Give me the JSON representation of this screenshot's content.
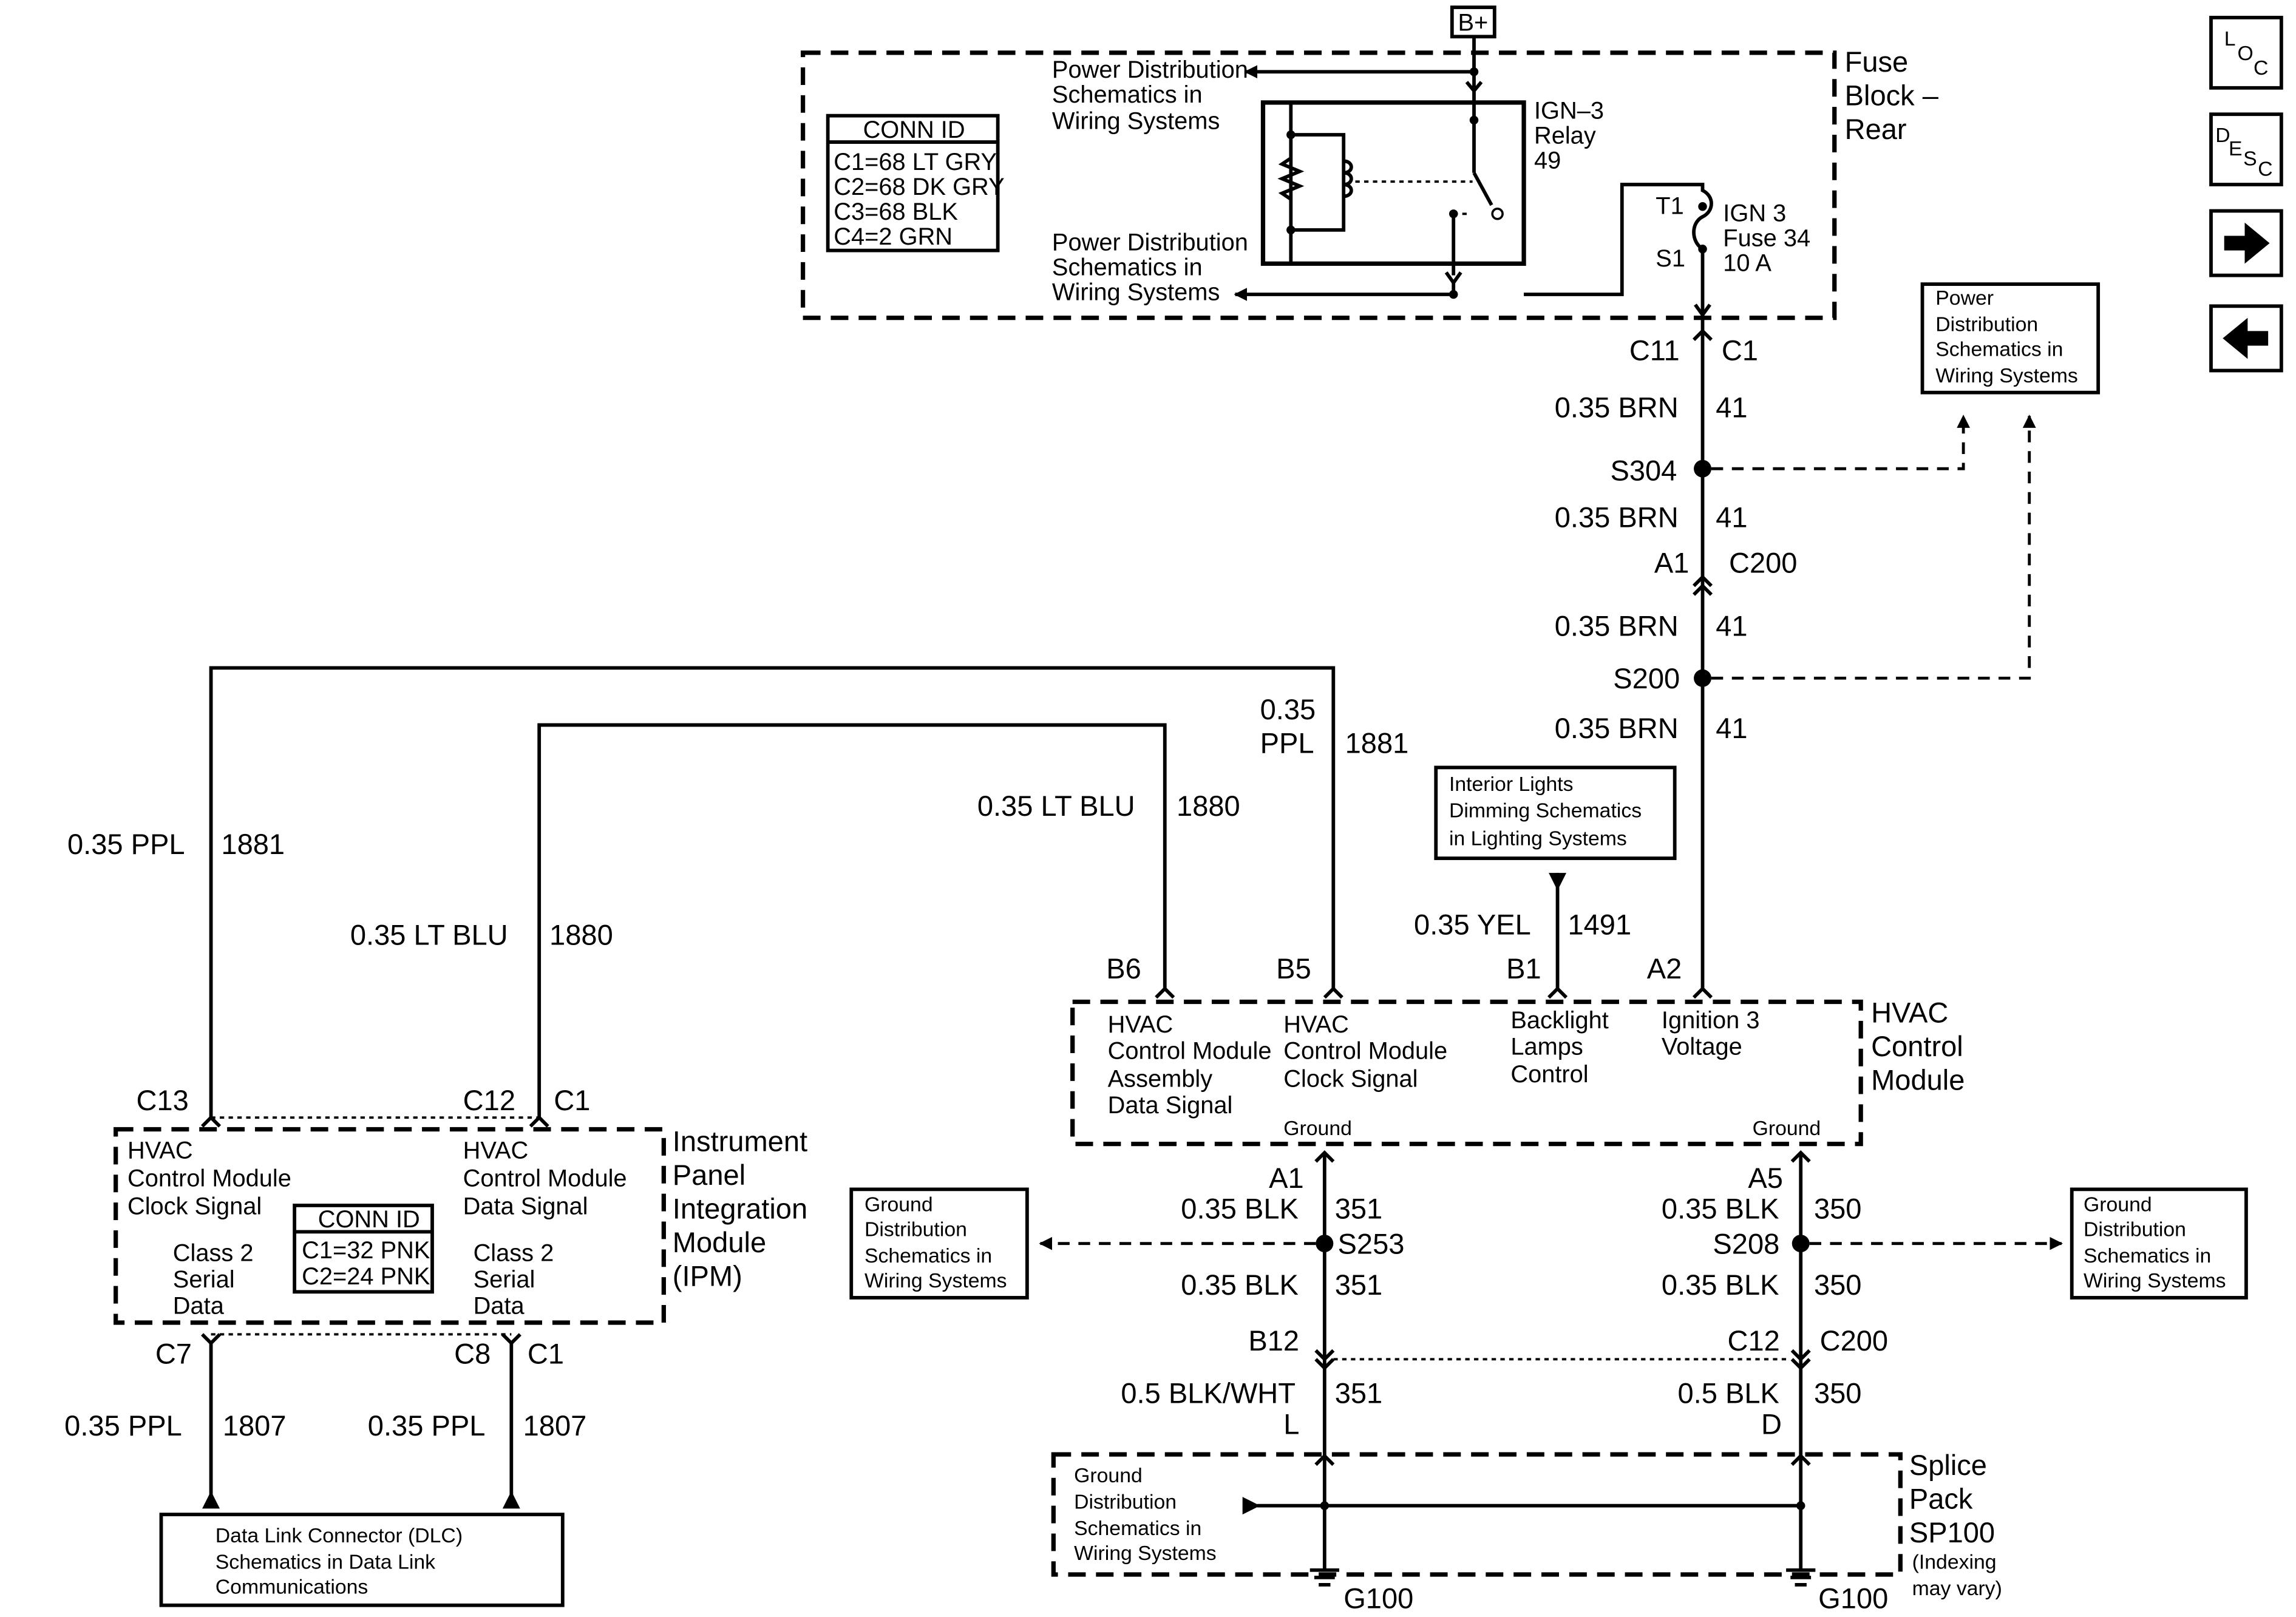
{
  "nav": {
    "loc": [
      "L",
      "O",
      "C"
    ],
    "desc": [
      "D",
      "E",
      "S",
      "C"
    ],
    "next_glyph": "➡",
    "prev_glyph": "⬅"
  },
  "battery": "B+",
  "fuse_block": {
    "title": [
      "Fuse",
      "Block –",
      "Rear"
    ],
    "conn_id": {
      "header": "CONN ID",
      "rows": [
        "C1=68 LT GRY",
        "C2=68 DK GRY",
        "C3=68 BLK",
        "C4=2 GRN"
      ]
    },
    "ref_top": [
      "Power Distribution",
      "Schematics in",
      "Wiring Systems"
    ],
    "ref_bottom": [
      "Power Distribution",
      "Schematics in",
      "Wiring Systems"
    ],
    "relay": [
      "IGN–3",
      "Relay",
      "49"
    ],
    "fuse": [
      "IGN 3",
      "Fuse 34",
      "10 A"
    ],
    "t1": "T1",
    "s1": "S1"
  },
  "power_ref": [
    "Power",
    "Distribution",
    "Schematics in",
    "Wiring Systems"
  ],
  "main_feed": {
    "c11": "C11",
    "c1": "C1",
    "seg1_wire": "0.35 BRN",
    "seg1_circuit": "41",
    "s304": "S304",
    "seg2_wire": "0.35 BRN",
    "seg2_circuit": "41",
    "a1": "A1",
    "c200": "C200",
    "seg3_wire": "0.35 BRN",
    "seg3_circuit": "41",
    "s200": "S200",
    "seg4_wire": "0.35 BRN",
    "seg4_circuit": "41"
  },
  "interior_ref": [
    "Interior Lights",
    "Dimming Schematics",
    "in Lighting Systems"
  ],
  "dimming": {
    "wire": "0.35 YEL",
    "circuit": "1491"
  },
  "wires": {
    "ppl_upper_wire": [
      "0.35",
      "PPL"
    ],
    "ppl_upper_circuit": "1881",
    "ltblu_upper_wire": "0.35 LT BLU",
    "ltblu_upper_circuit": "1880",
    "ppl_left_wire": "0.35 PPL",
    "ppl_left_circuit": "1881",
    "ltblu_left_wire": "0.35 LT BLU",
    "ltblu_left_circuit": "1880"
  },
  "hvac": {
    "title": [
      "HVAC",
      "Control",
      "Module"
    ],
    "pins": [
      "B6",
      "B5",
      "B1",
      "A2"
    ],
    "b6_desc": [
      "HVAC",
      "Control Module",
      "Assembly",
      "Data Signal"
    ],
    "b5_desc": [
      "HVAC",
      "Control Module",
      "Clock Signal"
    ],
    "b1_desc": [
      "Backlight",
      "Lamps",
      "Control"
    ],
    "a2_desc": [
      "Ignition 3",
      "Voltage"
    ],
    "ground_left": "Ground",
    "ground_right": "Ground"
  },
  "ipm": {
    "title": [
      "Instrument",
      "Panel",
      "Integration",
      "Module",
      "(IPM)"
    ],
    "c13": "C13",
    "c12": "C12",
    "c1_top": "C1",
    "left_desc": [
      "HVAC",
      "Control Module",
      "Clock Signal"
    ],
    "right_desc": [
      "HVAC",
      "Control Module",
      "Data Signal"
    ],
    "left_serial": [
      "Class 2",
      "Serial",
      "Data"
    ],
    "right_serial": [
      "Class 2",
      "Serial",
      "Data"
    ],
    "conn_id": {
      "header": "CONN ID",
      "rows": [
        "C1=32 PNK",
        "C2=24 PNK"
      ]
    },
    "c7": "C7",
    "c8": "C8",
    "c1_bottom": "C1"
  },
  "dlc_wires": {
    "left_wire": "0.35 PPL",
    "left_circuit": "1807",
    "right_wire": "0.35 PPL",
    "right_circuit": "1807"
  },
  "dlc_ref": [
    "Data Link Connector (DLC)",
    "Schematics in Data Link",
    "Communications"
  ],
  "ground_refs": {
    "left": [
      "Ground",
      "Distribution",
      "Schematics in",
      "Wiring Systems"
    ],
    "right": [
      "Ground",
      "Distribution",
      "Schematics in",
      "Wiring Systems"
    ],
    "splice": [
      "Ground",
      "Distribution",
      "Schematics in",
      "Wiring Systems"
    ]
  },
  "ground_left": {
    "a1": "A1",
    "wire1": "0.35 BLK",
    "circuit1": "351",
    "splice": "S253",
    "wire2": "0.35 BLK",
    "circuit2": "351",
    "b12": "B12",
    "wire3": "0.5 BLK/WHT",
    "circuit3": "351",
    "pin": "L",
    "ground": "G100"
  },
  "ground_right": {
    "a5": "A5",
    "wire1": "0.35 BLK",
    "circuit1": "350",
    "splice": "S208",
    "wire2": "0.35 BLK",
    "circuit2": "350",
    "c12": "C12",
    "c200": "C200",
    "wire3": "0.5 BLK",
    "circuit3": "350",
    "pin": "D",
    "ground": "G100"
  },
  "splice_pack": [
    "Splice",
    "Pack",
    "SP100",
    "(Indexing",
    "may vary)"
  ]
}
